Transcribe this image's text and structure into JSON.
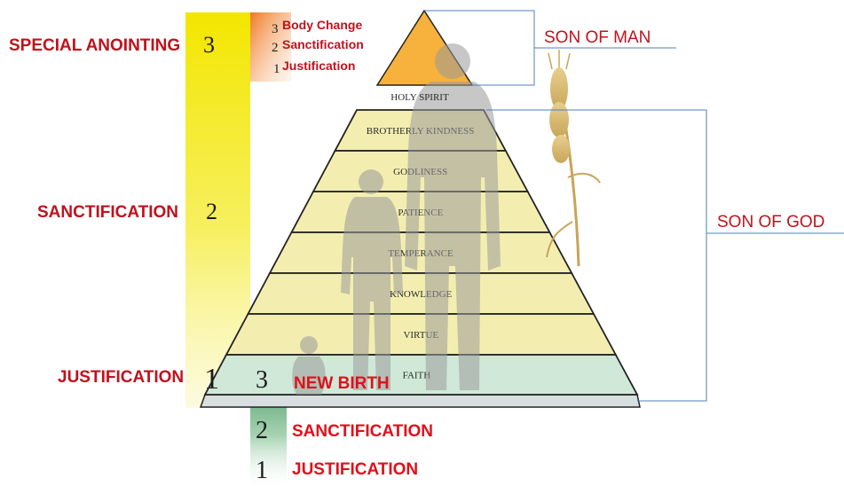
{
  "left_stages": {
    "special_anointing": {
      "label": "SPECIAL ANOINTING",
      "number": "3"
    },
    "sanctification": {
      "label": "SANCTIFICATION",
      "number": "2"
    },
    "justification": {
      "label": "JUSTIFICATION",
      "number": "1"
    }
  },
  "top_mini_list": [
    {
      "number": "3",
      "label": "Body Change"
    },
    {
      "number": "2",
      "label": "Sanctification"
    },
    {
      "number": "1",
      "label": "Justification"
    }
  ],
  "apex_label": "HOLY SPIRIT",
  "pyramid_levels": [
    "BROTHERLY KINDNESS",
    "GODLINESS",
    "PATIENCE",
    "TEMPERANCE",
    "KNOWLEDGE",
    "VIRTUE",
    "FAITH"
  ],
  "bottom_list": [
    {
      "number": "3",
      "label": "NEW BIRTH"
    },
    {
      "number": "2",
      "label": "SANCTIFICATION"
    },
    {
      "number": "1",
      "label": "JUSTIFICATION"
    }
  ],
  "brackets": {
    "son_of_man": "SON OF MAN",
    "son_of_god": "SON OF GOD"
  },
  "colors": {
    "red_label": "#c0121c",
    "dark_text": "#2a2a2a",
    "apex_fill": "#f6b23c",
    "level_fill": "#f3eeb0",
    "faith_fill": "#cfe8d8",
    "yellow_bar": "#f3e600",
    "orange_bar": "#ef8a2a",
    "green_bar": "#2e8b4e",
    "bracket_blue": "#4f7fc1",
    "silhouette": "#9a9a9a"
  }
}
